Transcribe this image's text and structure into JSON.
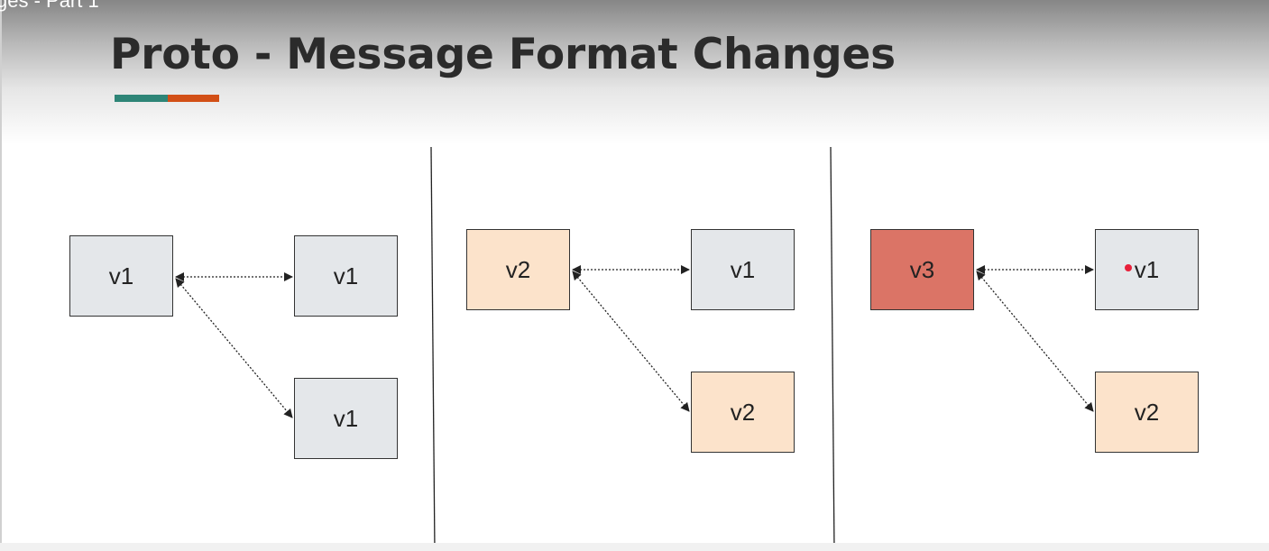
{
  "window": {
    "cutoff_text": "ges - Part 1"
  },
  "slide": {
    "title": "Proto - Message Format Changes",
    "accent_colors": [
      "#2e8577",
      "#d24f16"
    ]
  },
  "colors": {
    "v1": "#e4e7ea",
    "v2": "#fce3cb",
    "v3": "#db7466",
    "border": "#333333",
    "cursor": "#e8203a"
  },
  "panels": [
    {
      "source": {
        "label": "v1",
        "version": "v1"
      },
      "targets": [
        {
          "label": "v1",
          "version": "v1"
        },
        {
          "label": "v1",
          "version": "v1"
        }
      ]
    },
    {
      "source": {
        "label": "v2",
        "version": "v2"
      },
      "targets": [
        {
          "label": "v1",
          "version": "v1"
        },
        {
          "label": "v2",
          "version": "v2"
        }
      ]
    },
    {
      "source": {
        "label": "v3",
        "version": "v3"
      },
      "targets": [
        {
          "label": "v1",
          "version": "v1"
        },
        {
          "label": "v2",
          "version": "v2"
        }
      ]
    }
  ]
}
